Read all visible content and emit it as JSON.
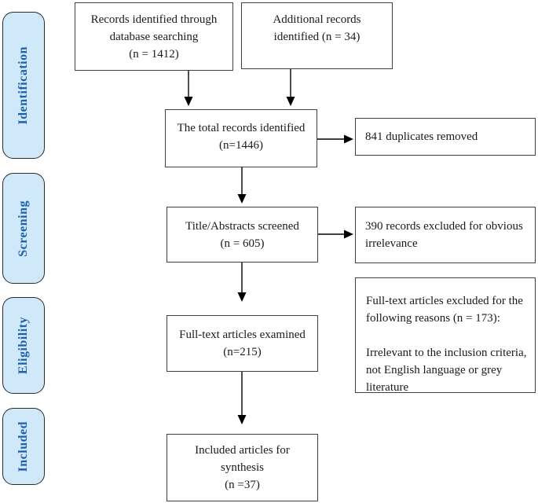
{
  "diagram_type": "PRISMA flow diagram",
  "stages": [
    {
      "id": "identification",
      "label": "Identification"
    },
    {
      "id": "screening",
      "label": "Screening"
    },
    {
      "id": "eligibility",
      "label": "Eligibility"
    },
    {
      "id": "included",
      "label": "Included"
    }
  ],
  "boxes": {
    "records_database": {
      "text": "Records identified through\ndatabase searching\n(n = 1412)"
    },
    "additional_records": {
      "text": "Additional records\nidentified (n = 34)"
    },
    "total_records": {
      "text": "The total records identified\n(n=1446)"
    },
    "duplicates_removed": {
      "text": "841 duplicates removed"
    },
    "title_abstracts_screened": {
      "text": "Title/Abstracts screened\n(n = 605)"
    },
    "records_excluded": {
      "text": "390 records excluded for obvious irrelevance"
    },
    "fulltext_examined": {
      "text": "Full-text articles examined\n(n=215)"
    },
    "fulltext_excluded": {
      "text": "Full-text articles excluded for the following reasons (n = 173):\n\nIrrelevant to the inclusion criteria, not English language or grey literature"
    },
    "included_articles": {
      "text": "Included articles for\nsynthesis\n(n =37)"
    }
  },
  "counts": {
    "database_searching": 1412,
    "additional_identified": 34,
    "total_identified": 1446,
    "duplicates_removed": 841,
    "title_abstracts_screened": 605,
    "excluded_obvious_irrelevance": 390,
    "fulltext_examined": 215,
    "fulltext_excluded": 173,
    "included_synthesis": 37
  },
  "colors": {
    "stage_fill": "#cfe9fa",
    "stage_text": "#1d5fa9",
    "box_border": "#404040",
    "arrow": "#000000",
    "background": "#ffffff"
  }
}
